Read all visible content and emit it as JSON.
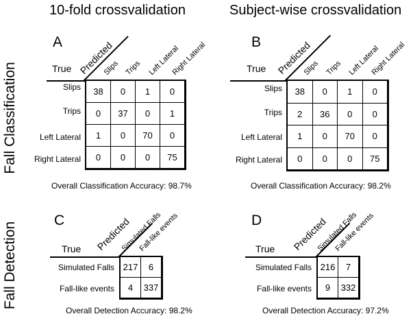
{
  "columns": {
    "left": "10-fold crossvalidation",
    "right": "Subject-wise crossvalidation"
  },
  "rows": {
    "top": "Fall Classification",
    "bottom": "Fall Detection"
  },
  "common": {
    "predicted": "Predicted",
    "true": "True"
  },
  "panel_a": {
    "letter": "A",
    "col_labels": [
      "Slips",
      "Trips",
      "Left Lateral",
      "Right Lateral"
    ],
    "row_labels": [
      "Slips",
      "Trips",
      "Left Lateral",
      "Right Lateral"
    ],
    "values": [
      [
        38,
        0,
        1,
        0
      ],
      [
        0,
        37,
        0,
        1
      ],
      [
        1,
        0,
        70,
        0
      ],
      [
        0,
        0,
        0,
        75
      ]
    ],
    "accuracy": "Overall Classification Accuracy: 98.7%"
  },
  "panel_b": {
    "letter": "B",
    "col_labels": [
      "Slips",
      "Trips",
      "Left Lateral",
      "Right Lateral"
    ],
    "row_labels": [
      "Slips",
      "Trips",
      "Left Lateral",
      "Right Lateral"
    ],
    "values": [
      [
        38,
        0,
        1,
        0
      ],
      [
        2,
        36,
        0,
        0
      ],
      [
        1,
        0,
        70,
        0
      ],
      [
        0,
        0,
        0,
        75
      ]
    ],
    "accuracy": "Overall Classification Accuracy: 98.2%"
  },
  "panel_c": {
    "letter": "C",
    "col_labels": [
      "Simulated Falls",
      "Fall-like events"
    ],
    "row_labels": [
      "Simulated Falls",
      "Fall-like events"
    ],
    "values": [
      [
        217,
        6
      ],
      [
        4,
        337
      ]
    ],
    "accuracy": "Overall Detection Accuracy: 98.2%"
  },
  "panel_d": {
    "letter": "D",
    "col_labels": [
      "Simulated Falls",
      "Fall-like events"
    ],
    "row_labels": [
      "Simulated Falls",
      "Fall-like events"
    ],
    "values": [
      [
        216,
        7
      ],
      [
        9,
        332
      ]
    ],
    "accuracy": "Overall Detection Accuracy: 97.2%"
  }
}
